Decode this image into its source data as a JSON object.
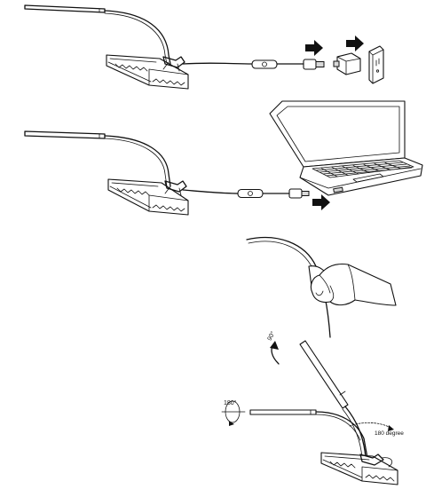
{
  "rotation_labels": {
    "head_rotation": "90°",
    "base_rotation": "180°",
    "arm_rotation": "180 degree"
  }
}
